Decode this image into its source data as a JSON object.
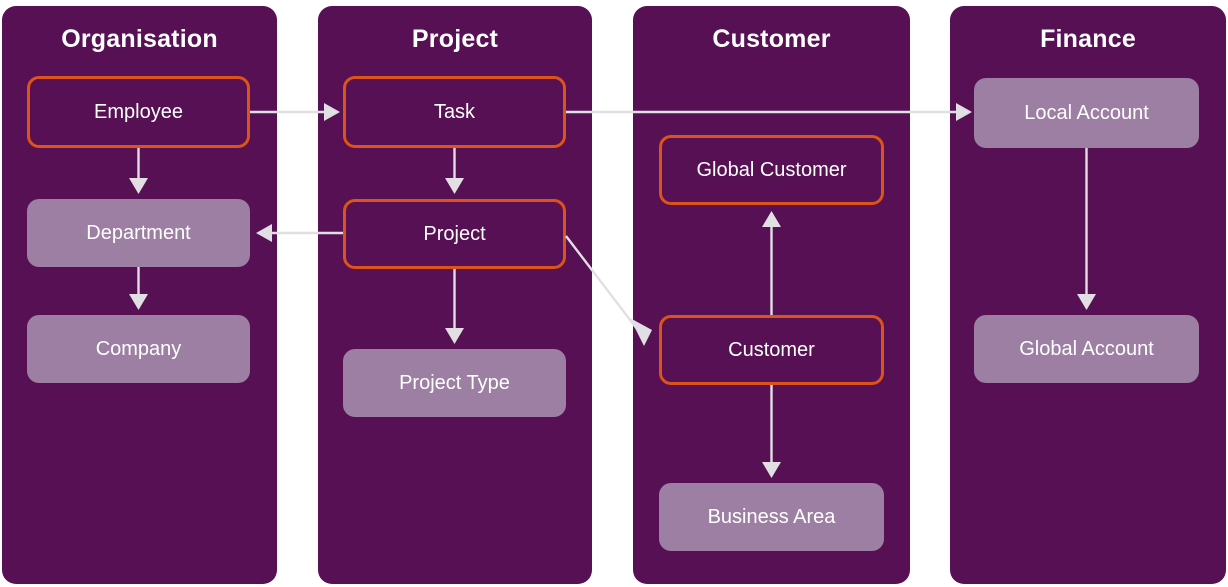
{
  "diagram": {
    "title_hidden": "Data domain entity relationship diagram",
    "colors": {
      "panel_background": "#561053",
      "solid_node_background": "#9d7fa3",
      "outlined_node_border": "#dd5418",
      "connector": "#e2dfe4",
      "text": "#ffffff",
      "page_background": "#ffffff"
    },
    "panels": [
      {
        "id": "organisation",
        "title": "Organisation",
        "nodes": [
          {
            "id": "employee",
            "label": "Employee",
            "style": "outlined"
          },
          {
            "id": "department",
            "label": "Department",
            "style": "solid"
          },
          {
            "id": "company",
            "label": "Company",
            "style": "solid"
          }
        ]
      },
      {
        "id": "project",
        "title": "Project",
        "nodes": [
          {
            "id": "task",
            "label": "Task",
            "style": "outlined"
          },
          {
            "id": "project",
            "label": "Project",
            "style": "outlined"
          },
          {
            "id": "project-type",
            "label": "Project Type",
            "style": "solid"
          }
        ]
      },
      {
        "id": "customer",
        "title": "Customer",
        "nodes": [
          {
            "id": "global-customer",
            "label": "Global Customer",
            "style": "outlined"
          },
          {
            "id": "customer",
            "label": "Customer",
            "style": "outlined"
          },
          {
            "id": "business-area",
            "label": "Business Area",
            "style": "solid"
          }
        ]
      },
      {
        "id": "finance",
        "title": "Finance",
        "nodes": [
          {
            "id": "local-account",
            "label": "Local Account",
            "style": "solid"
          },
          {
            "id": "global-account",
            "label": "Global Account",
            "style": "solid"
          }
        ]
      }
    ],
    "edges": [
      {
        "id": "employee-to-department",
        "from": "employee",
        "to": "department",
        "direction": "down"
      },
      {
        "id": "department-to-company",
        "from": "department",
        "to": "company",
        "direction": "down"
      },
      {
        "id": "employee-to-task",
        "from": "employee",
        "to": "task",
        "direction": "right"
      },
      {
        "id": "task-to-project",
        "from": "task",
        "to": "project",
        "direction": "down"
      },
      {
        "id": "project-to-project-type",
        "from": "project",
        "to": "project-type",
        "direction": "down"
      },
      {
        "id": "project-to-department",
        "from": "project",
        "to": "department",
        "direction": "left"
      },
      {
        "id": "project-to-customer",
        "from": "project",
        "to": "customer",
        "direction": "diagonal-down-right"
      },
      {
        "id": "task-to-local-account",
        "from": "task",
        "to": "local-account",
        "direction": "right"
      },
      {
        "id": "customer-to-global-customer",
        "from": "customer",
        "to": "global-customer",
        "direction": "up"
      },
      {
        "id": "customer-to-business-area",
        "from": "customer",
        "to": "business-area",
        "direction": "down"
      },
      {
        "id": "local-account-to-global-account",
        "from": "local-account",
        "to": "global-account",
        "direction": "down"
      }
    ]
  }
}
